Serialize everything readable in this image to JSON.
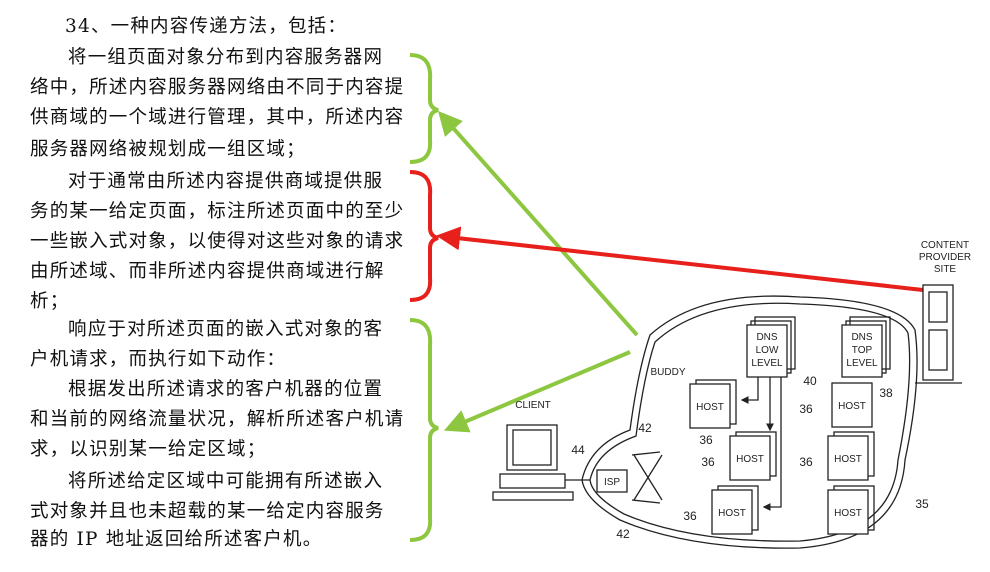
{
  "claim": {
    "lines": [
      "34、一种内容传递方法，包括：",
      "将一组页面对象分布到内容服务器网",
      "络中，所述内容服务器网络由不同于内容提",
      "供商域的一个域进行管理，其中，所述内容",
      "服务器网络被规划成一组区域；",
      "对于通常由所述内容提供商域提供服",
      "务的某一给定页面，标注所述页面中的至少",
      "一些嵌入式对象，以使得对这些对象的请求",
      "由所述域、而非所述内容提供商域进行解",
      "析；",
      "响应于对所述页面的嵌入式对象的客",
      "户机请求，而执行如下动作：",
      "根据发出所述请求的客户机器的位置",
      "和当前的网络流量状况，解析所述客户机请",
      "求，以识别某一给定区域；",
      "将所述给定区域中可能拥有所述嵌入",
      "式对象并且也未超载的某一给定内容服务",
      "器的 IP 地址返回给所述客户机。"
    ]
  },
  "diagram": {
    "content_provider": [
      "CONTENT",
      "PROVIDER",
      "SITE"
    ],
    "client": "CLIENT",
    "isp": "ISP",
    "buddy": "BUDDY",
    "dns_low": [
      "DNS",
      "LOW",
      "LEVEL"
    ],
    "dns_top": [
      "DNS",
      "TOP",
      "LEVEL"
    ],
    "host": "HOST",
    "refs": {
      "r36": "36",
      "r38": "38",
      "r40": "40",
      "r42": "42",
      "r44": "44",
      "r35": "35"
    }
  },
  "colors": {
    "green": "#8dc63f",
    "red": "#e8201c"
  }
}
